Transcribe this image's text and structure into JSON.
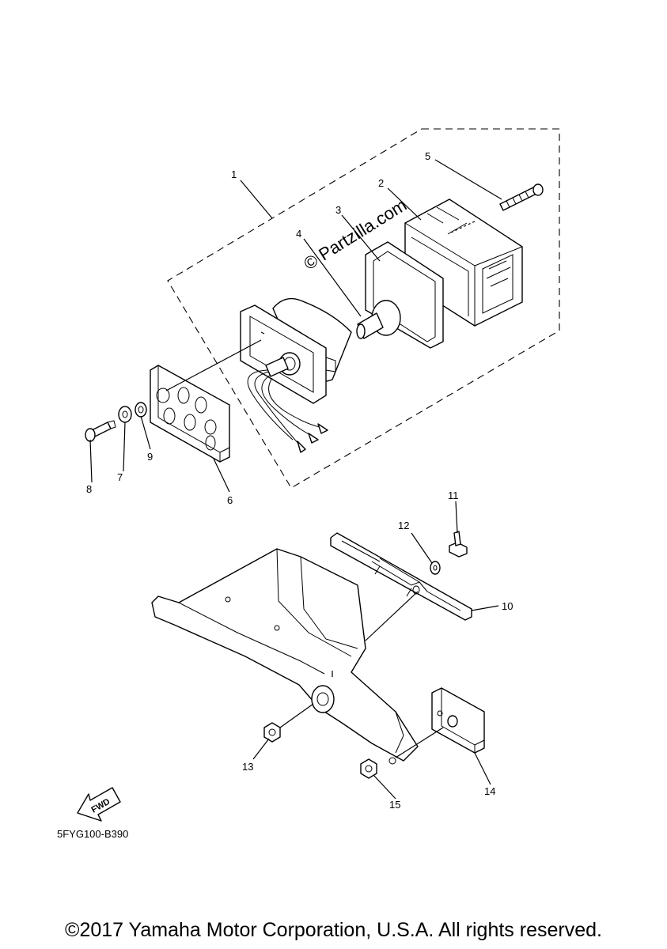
{
  "callouts": [
    "1",
    "2",
    "3",
    "4",
    "5",
    "6",
    "7",
    "8",
    "9",
    "10",
    "11",
    "12",
    "13",
    "14",
    "15"
  ],
  "watermark": "© Partzilla.com",
  "fwd_label": "FWD",
  "diagram_code": "5FYG100-B390",
  "copyright": "©2017 Yamaha Motor Corporation, U.S.A. All rights reserved."
}
